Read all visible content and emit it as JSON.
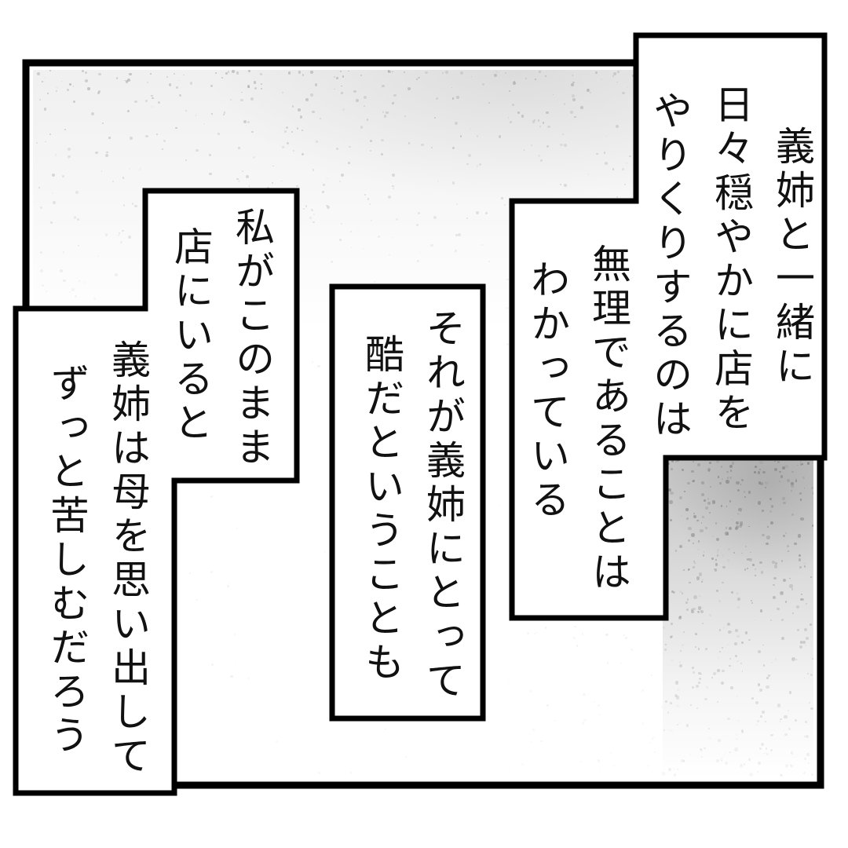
{
  "page": {
    "type": "manga-monologue-page",
    "language": "ja",
    "background_color": "#ffffff",
    "ink_color": "#000000",
    "text_color": "#111111",
    "tone_gray": "#9a9a9a",
    "full_text_reading_order": "義姉と一緒に日々穏やかに店をやりくりするのは 無理であることは わかっている 私がこのまま店にいると 義姉は母を思い出して ずっと苦しむだろう それが義姉にとって酷だということも"
  },
  "balloons": [
    {
      "name": "top-right",
      "lines": [
        "義姉と一緒に",
        "日々穏やかに店を",
        "やりくりするのは",
        "無理であることは",
        "わかっている"
      ]
    },
    {
      "name": "center",
      "lines": [
        "それが義姉にとって",
        "酷だということも"
      ]
    },
    {
      "name": "left-upper",
      "lines": [
        "私がこのまま",
        "店にいると"
      ]
    },
    {
      "name": "left-lower",
      "lines": [
        "義姉は母を思い出して",
        "ずっと苦しむだろう"
      ]
    }
  ]
}
